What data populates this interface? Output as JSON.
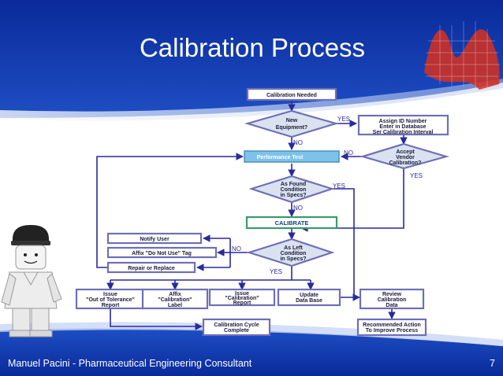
{
  "slide": {
    "title": "Calibration Process",
    "footer": "Manuel Pacini - Pharmaceutical Engineering Consultant",
    "page_number": "7"
  },
  "flowchart": {
    "nodes": {
      "calibration_needed": "Calibration Needed",
      "new_equipment_1": "New",
      "new_equipment_2": "Equipment?",
      "assign_1": "Assign ID Number",
      "assign_2": "Enter in Database",
      "assign_3": "Ser Calibration Interval",
      "accept_1": "Accept",
      "accept_2": "Vendor",
      "accept_3": "Calibration?",
      "performance_test": "Performance Test",
      "as_found_1": "As Found",
      "as_found_2": "Condition",
      "as_found_3": "in Specs?",
      "calibrate": "CALIBRATE",
      "as_left_1": "As Left",
      "as_left_2": "Condition",
      "as_left_3": "in Specs?",
      "notify_user": "Notify User",
      "affix_do_not_use": "Affix \"Do Not Use\" Tag",
      "repair_replace": "Repair or Replace",
      "issue_oot_1": "Issue",
      "issue_oot_2": "\"Out of Tolerance\"",
      "issue_oot_3": "Report",
      "affix_label_1": "Affix",
      "affix_label_2": "\"Calibration\"",
      "affix_label_3": "Label",
      "issue_cal_1": "Issue",
      "issue_cal_2": "\"Calibration\"",
      "issue_cal_3": "Report",
      "update_db_1": "Update",
      "update_db_2": "Data Base",
      "review_1": "Review",
      "review_2": "Calibration",
      "review_3": "Data",
      "cycle_complete_1": "Calibration Cycle",
      "cycle_complete_2": "Complete",
      "recommended_1": "Recommended Action",
      "recommended_2": "To Improve Process"
    },
    "labels": {
      "yes": "YES",
      "no": "NO"
    }
  },
  "colors": {
    "background_blue": "#1539a8",
    "box_border": "#6f6fb7",
    "connector": "#2a2a9a",
    "performance_fill": "#7fc2e8"
  }
}
